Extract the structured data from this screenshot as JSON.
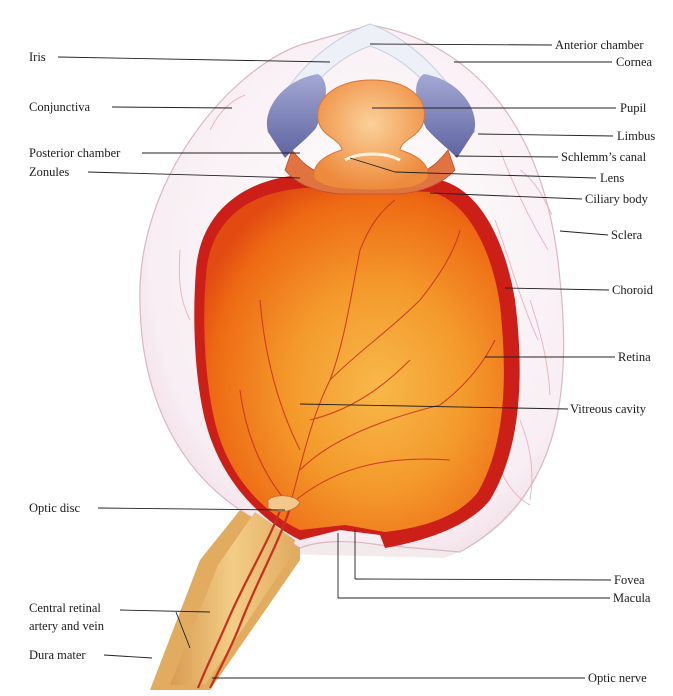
{
  "diagram": {
    "subject": "eye cross-section anatomy",
    "colors": {
      "vitreous": "#f07a18",
      "vitreous_light": "#f6a23a",
      "retina": "#d9281e",
      "choroid": "#c91c16",
      "sclera": "#f7eef2",
      "iris": "#7b80b8",
      "lens": "#f5a860",
      "nerve": "#f0c070",
      "vessel": "#c8301e",
      "dura": "#d8a65a",
      "vein_pink": "#e9a7b6"
    },
    "labels_left": [
      {
        "id": "iris",
        "text": "Iris"
      },
      {
        "id": "conjunctiva",
        "text": "Conjunctiva"
      },
      {
        "id": "posterior-chamber",
        "text": "Posterior chamber"
      },
      {
        "id": "zonules",
        "text": "Zonules"
      },
      {
        "id": "optic-disc",
        "text": "Optic disc"
      },
      {
        "id": "central-retinal-1",
        "text": "Central retinal"
      },
      {
        "id": "central-retinal-2",
        "text": "artery and vein"
      },
      {
        "id": "dura-mater",
        "text": "Dura mater"
      }
    ],
    "labels_right": [
      {
        "id": "anterior-chamber",
        "text": "Anterior chamber"
      },
      {
        "id": "cornea",
        "text": "Cornea"
      },
      {
        "id": "pupil",
        "text": "Pupil"
      },
      {
        "id": "limbus",
        "text": "Limbus"
      },
      {
        "id": "schlemms-canal",
        "text": "Schlemm’s canal"
      },
      {
        "id": "lens",
        "text": "Lens"
      },
      {
        "id": "ciliary-body",
        "text": "Ciliary body"
      },
      {
        "id": "sclera",
        "text": "Sclera"
      },
      {
        "id": "choroid",
        "text": "Choroid"
      },
      {
        "id": "retina",
        "text": "Retina"
      },
      {
        "id": "vitreous-cavity",
        "text": "Vitreous cavity"
      },
      {
        "id": "fovea",
        "text": "Fovea"
      },
      {
        "id": "macula",
        "text": "Macula"
      },
      {
        "id": "optic-nerve",
        "text": "Optic nerve"
      }
    ]
  }
}
